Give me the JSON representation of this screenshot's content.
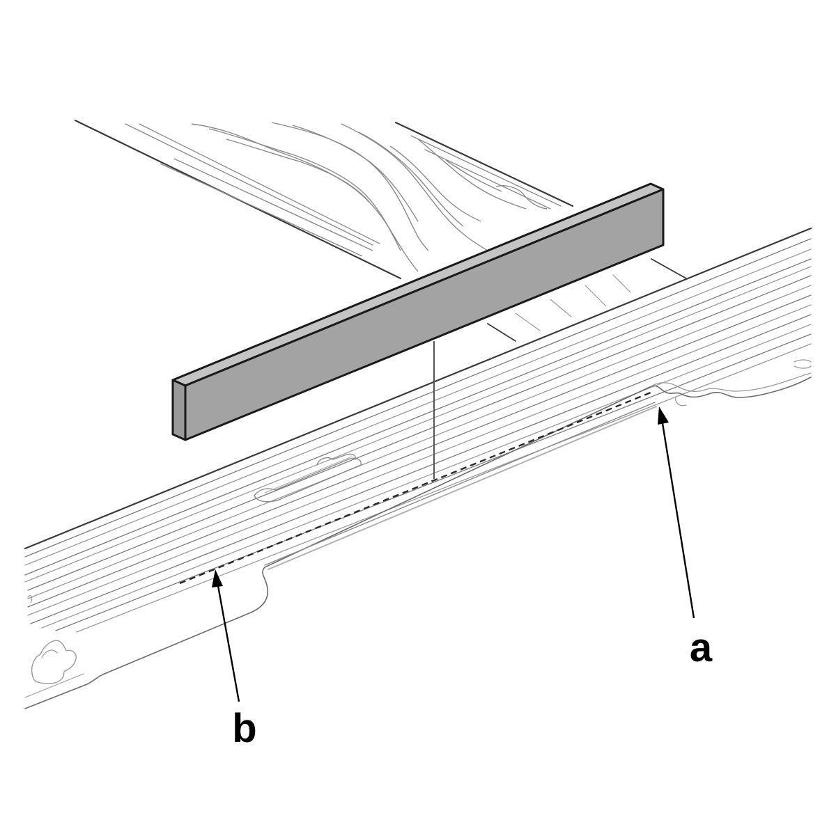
{
  "diagram": {
    "callouts": [
      {
        "id": "a",
        "label": "a"
      },
      {
        "id": "b",
        "label": "b"
      }
    ],
    "colors": {
      "line": "#3a3a3a",
      "thin_line": "#8a8a8a",
      "block_fill": "#a3a3a3",
      "block_stroke": "#1a1a1a",
      "background": "#ffffff"
    }
  }
}
